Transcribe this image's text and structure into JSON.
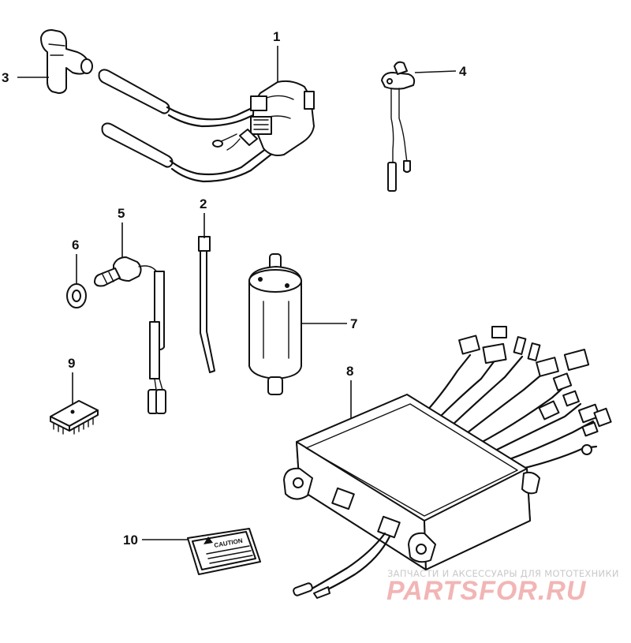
{
  "callouts": [
    {
      "id": "1",
      "part": "ignition-coil"
    },
    {
      "id": "2",
      "part": "cable-tie"
    },
    {
      "id": "3",
      "part": "spark-plug-cap"
    },
    {
      "id": "4",
      "part": "sensor-with-lead"
    },
    {
      "id": "5",
      "part": "temperature-sensor"
    },
    {
      "id": "6",
      "part": "washer"
    },
    {
      "id": "7",
      "part": "fuel-pump"
    },
    {
      "id": "8",
      "part": "control-module"
    },
    {
      "id": "9",
      "part": "chip"
    },
    {
      "id": "10",
      "part": "caution-label"
    }
  ],
  "label": {
    "text": "CAUTION"
  },
  "watermark": {
    "tagline": "ЗАПЧАСТИ И АКСЕССУАРЫ ДЛЯ МОТОТЕХНИКИ",
    "brand": "PARTSFOR.RU",
    "color": "#e04848"
  }
}
